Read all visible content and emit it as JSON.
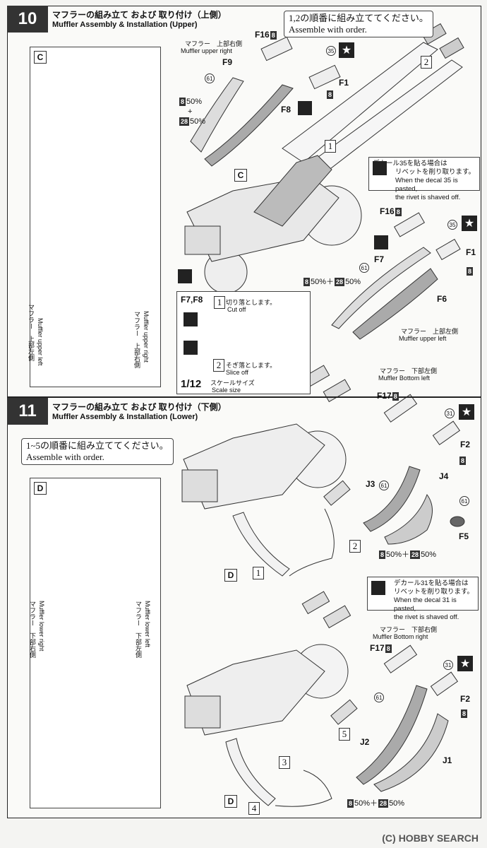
{
  "step10": {
    "number": "10",
    "title_jp": "マフラーの組み立て および 取り付け（上側）",
    "title_en": "Muffler Assembly & Installation (Upper)",
    "view_letter": "C",
    "order_note_jp": "1,2の順番に組み立ててください。",
    "order_note_en": "Assemble with order.",
    "muffler_upper_right_jp": "マフラー　上部右側",
    "muffler_upper_right_en": "Muffler upper right",
    "muffler_upper_left_jp": "マフラー　上部左側",
    "muffler_upper_left_en": "Muffler upper left",
    "muffler_upper_left_vert_jp": "マフラー　上部左側",
    "muffler_upper_left_vert_en": "Muffler upper left",
    "muffler_upper_right_vert_jp": "マフラー　上部右側",
    "muffler_upper_right_vert_en": "Muffler upper right",
    "parts": {
      "f16": "F16",
      "f16_num": "8",
      "f1": "F1",
      "f1_num": "8",
      "f9": "F9",
      "f8": "F8",
      "f7": "F7",
      "f6": "F6",
      "decal35": "35",
      "decal61": "61",
      "step1": "1",
      "step2": "2"
    },
    "paint_mix_a": "50%",
    "paint_mix_b": "50%",
    "paint_code_a": "8",
    "paint_code_b": "28",
    "paint_mix_inline": "50%＋",
    "decal_note_jp_1": "デカール35を貼る場合は",
    "decal_note_jp_2": "リベットを削り取ります。",
    "decal_note_en_1": "When the decal 35 is pasted,",
    "decal_note_en_2": "the rivet is shaved off.",
    "cut_box": {
      "parts": "F7,F8",
      "step1_jp": "切り落とします。",
      "step1_en": "Cut off",
      "step2_jp": "そぎ落とします。",
      "step2_en": "Slice off",
      "scale": "1/12",
      "scale_jp": "スケールサイズ",
      "scale_en": "Scale size"
    }
  },
  "step11": {
    "number": "11",
    "title_jp": "マフラーの組み立て および 取り付け（下側）",
    "title_en": "Muffler Assembly & Installation (Lower)",
    "view_letter": "D",
    "order_note_jp": "1~5の順番に組み立ててください。",
    "order_note_en": "Assemble with order.",
    "muffler_bottom_left_jp": "マフラー　下部左側",
    "muffler_bottom_left_en": "Muffler Bottom left",
    "muffler_bottom_right_jp": "マフラー　下部右側",
    "muffler_bottom_right_en": "Muffler Bottom right",
    "muffler_lower_right_vert_jp": "マフラー　下部右側",
    "muffler_lower_right_vert_en": "Muffler lower right",
    "muffler_lower_left_vert_jp": "マフラー　下部左側",
    "muffler_lower_left_vert_en": "Muffler lower left",
    "parts": {
      "f17": "F17",
      "f17_num": "8",
      "f2": "F2",
      "f2_num": "8",
      "j3": "J3",
      "j4": "J4",
      "f5": "F5",
      "j2": "J2",
      "j1": "J1",
      "decal31": "31",
      "decal61": "61",
      "s1": "1",
      "s2": "2",
      "s3": "3",
      "s4": "4",
      "s5": "5"
    },
    "decal_note_jp_1": "デカール31を貼る場合は",
    "decal_note_jp_2": "リベットを削り取ります。",
    "decal_note_en_1": "When the decal 31 is pasted,",
    "decal_note_en_2": "the rivet is shaved off."
  },
  "footer": {
    "copyright": "(C)",
    "brand": "HOBBY SEARCH"
  }
}
